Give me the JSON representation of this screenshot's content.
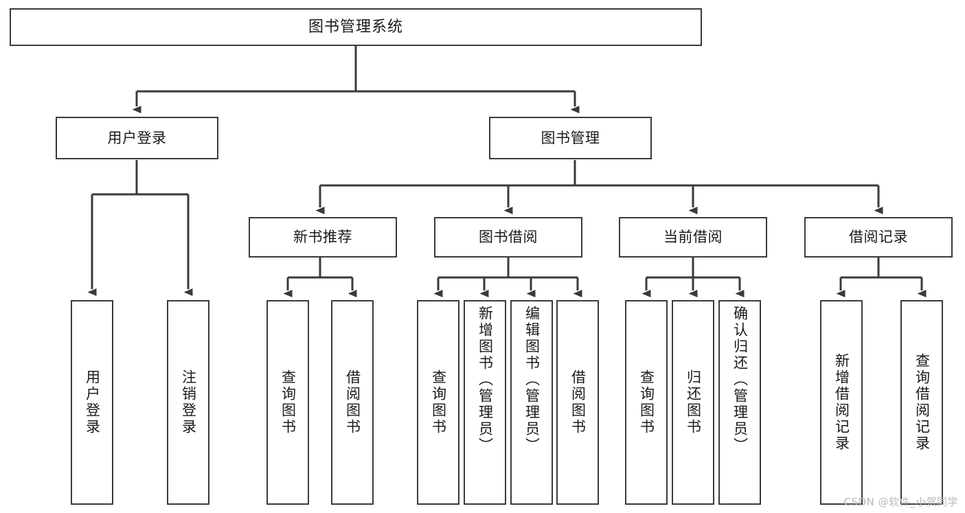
{
  "diagram": {
    "title": "图书管理系统",
    "type": "tree",
    "stroke_color": "#3a3a3a",
    "fill_color": "#ffffff",
    "text_color": "#1a1a1a",
    "nodes": {
      "root": {
        "label": "图书管理系统"
      },
      "level2": [
        {
          "id": "user-login",
          "label": "用户登录"
        },
        {
          "id": "book-manage",
          "label": "图书管理"
        }
      ],
      "level3": [
        {
          "id": "new-book-rec",
          "label": "新书推荐"
        },
        {
          "id": "book-borrow",
          "label": "图书借阅"
        },
        {
          "id": "current-borrow",
          "label": "当前借阅"
        },
        {
          "id": "borrow-record",
          "label": "借阅记录"
        }
      ],
      "leaves": {
        "user_login": [
          {
            "id": "leaf-user-login",
            "label": "用户登录"
          },
          {
            "id": "leaf-logout",
            "label": "注销登录"
          }
        ],
        "new_book_rec": [
          {
            "id": "leaf-query-book-1",
            "label": "查询图书"
          },
          {
            "id": "leaf-borrow-book-1",
            "label": "借阅图书"
          }
        ],
        "book_borrow": [
          {
            "id": "leaf-query-book-2",
            "label": "查询图书"
          },
          {
            "id": "leaf-add-book",
            "label": "新增图书（管理员）"
          },
          {
            "id": "leaf-edit-book",
            "label": "编辑图书（管理员）"
          },
          {
            "id": "leaf-borrow-book-2",
            "label": "借阅图书"
          }
        ],
        "current_borrow": [
          {
            "id": "leaf-query-book-3",
            "label": "查询图书"
          },
          {
            "id": "leaf-return-book",
            "label": "归还图书"
          },
          {
            "id": "leaf-confirm-return",
            "label": "确认归还（管理员）"
          }
        ],
        "borrow_record": [
          {
            "id": "leaf-add-record",
            "label": "新增借阅记录"
          },
          {
            "id": "leaf-query-record",
            "label": "查询借阅记录"
          }
        ]
      }
    },
    "edges": [
      {
        "from": "图书管理系统",
        "to": "用户登录"
      },
      {
        "from": "图书管理系统",
        "to": "图书管理"
      },
      {
        "from": "用户登录",
        "to": "用户登录"
      },
      {
        "from": "用户登录",
        "to": "注销登录"
      },
      {
        "from": "图书管理",
        "to": "新书推荐"
      },
      {
        "from": "图书管理",
        "to": "图书借阅"
      },
      {
        "from": "图书管理",
        "to": "当前借阅"
      },
      {
        "from": "图书管理",
        "to": "借阅记录"
      },
      {
        "from": "新书推荐",
        "to": "查询图书"
      },
      {
        "from": "新书推荐",
        "to": "借阅图书"
      },
      {
        "from": "图书借阅",
        "to": "查询图书"
      },
      {
        "from": "图书借阅",
        "to": "新增图书（管理员）"
      },
      {
        "from": "图书借阅",
        "to": "编辑图书（管理员）"
      },
      {
        "from": "图书借阅",
        "to": "借阅图书"
      },
      {
        "from": "当前借阅",
        "to": "查询图书"
      },
      {
        "from": "当前借阅",
        "to": "归还图书"
      },
      {
        "from": "当前借阅",
        "to": "确认归还（管理员）"
      },
      {
        "from": "借阅记录",
        "to": "新增借阅记录"
      },
      {
        "from": "借阅记录",
        "to": "查询借阅记录"
      }
    ]
  },
  "watermark": {
    "text": "CSDN @软件_小贺同学"
  }
}
